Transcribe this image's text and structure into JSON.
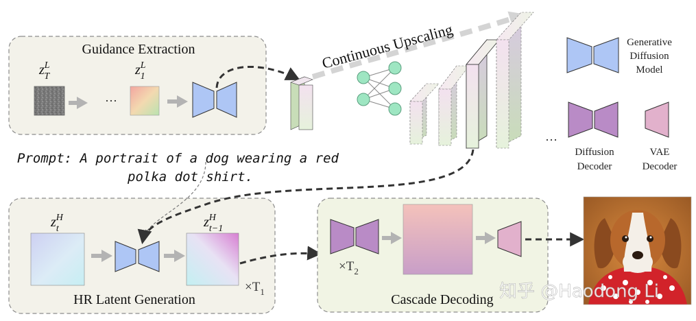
{
  "guidance": {
    "title": "Guidance Extraction",
    "z_T": "z",
    "z_T_sup": "L",
    "z_T_sub": "T",
    "ellipsis": "···",
    "z_1": "z",
    "z_1_sup": "L",
    "z_1_sub": "1"
  },
  "upscale": {
    "label": "Continuous Upscaling",
    "ellipsis": "···"
  },
  "legend": {
    "gen_diffusion_l1": "Generative",
    "gen_diffusion_l2": "Diffusion",
    "gen_diffusion_l3": "Model",
    "diff_decoder_l1": "Diffusion",
    "diff_decoder_l2": "Decoder",
    "vae_decoder_l1": "VAE",
    "vae_decoder_l2": "Decoder"
  },
  "prompt": {
    "line1": "Prompt: A portrait of a dog wearing a red",
    "line2": "polka dot shirt."
  },
  "hr": {
    "title": "HR Latent Generation",
    "z_t": "z",
    "z_t_sup": "H",
    "z_t_sub": "t",
    "z_t1": "z",
    "z_t1_sup": "H",
    "z_t1_sub": "t−1",
    "times": "×T",
    "times_sub": "1"
  },
  "cascade": {
    "title": "Cascade Decoding",
    "times": "×T",
    "times_sub": "2"
  },
  "watermark": "知乎 @Haodong Li",
  "colors": {
    "gen_blue": "#aec6f5",
    "diff_purple": "#b98bc6",
    "vae_pink": "#e2b1cc",
    "panel_fill": "#f3f2ea",
    "panel_green": "#f1f4e4",
    "arrow_gray": "#b3b3b3"
  }
}
